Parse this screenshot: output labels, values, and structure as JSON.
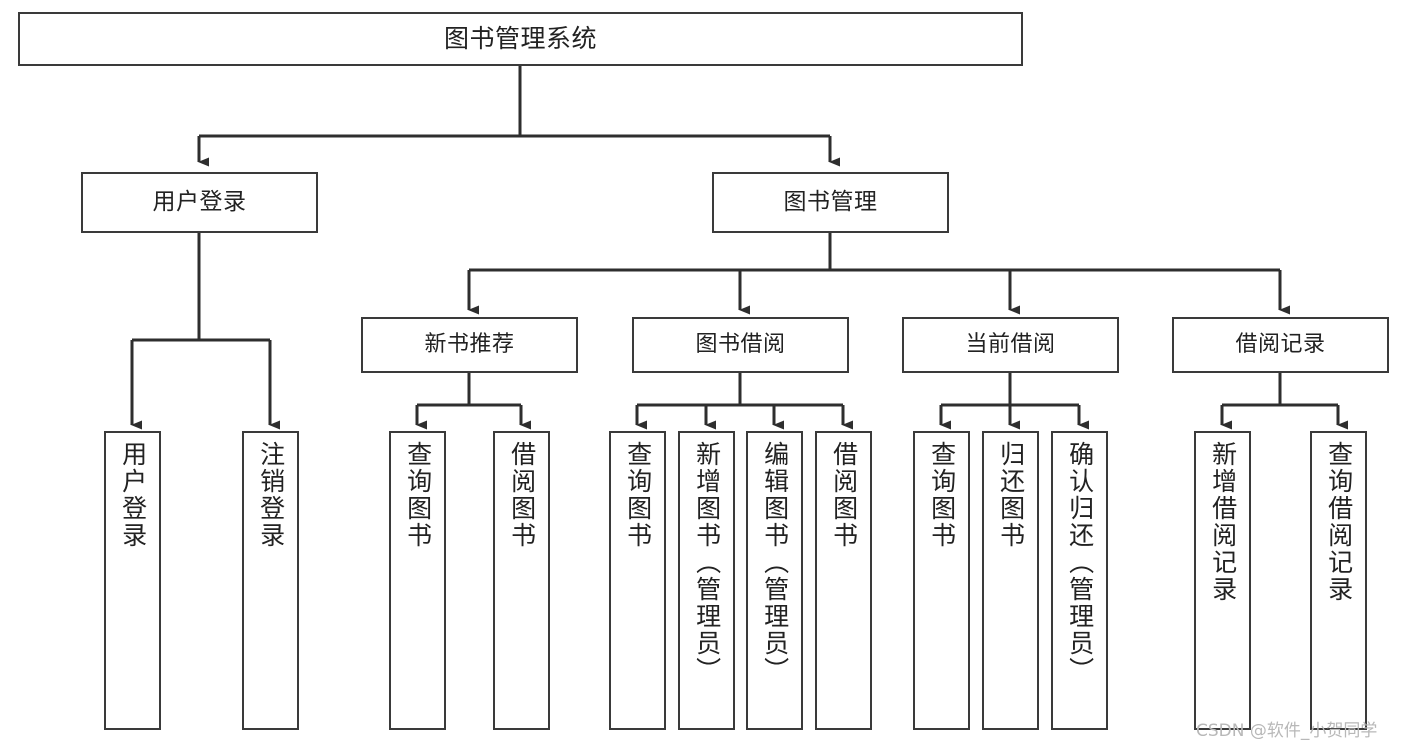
{
  "diagram": {
    "title": "图书管理系统",
    "type": "tree",
    "colors": {
      "box_stroke": "#3a3a3a",
      "box_fill": "#ffffff",
      "connector": "#2e2e2e",
      "text": "#222222",
      "watermark": "#b8b8b8",
      "background": "#ffffff"
    },
    "root": {
      "label": "图书管理系统"
    },
    "level1": [
      {
        "id": "user-login",
        "label": "用户登录"
      },
      {
        "id": "book-manage",
        "label": "图书管理"
      }
    ],
    "level2": [
      {
        "id": "new-book-recommend",
        "label": "新书推荐",
        "parent": "book-manage"
      },
      {
        "id": "book-borrow",
        "label": "图书借阅",
        "parent": "book-manage"
      },
      {
        "id": "current-borrow",
        "label": "当前借阅",
        "parent": "book-manage"
      },
      {
        "id": "borrow-record",
        "label": "借阅记录",
        "parent": "book-manage"
      }
    ],
    "leaves": [
      {
        "id": "leaf-user-login",
        "label": "用户登录",
        "parent": "user-login"
      },
      {
        "id": "leaf-logout",
        "label": "注销登录",
        "parent": "user-login"
      },
      {
        "id": "leaf-query-book-1",
        "label": "查询图书",
        "parent": "new-book-recommend"
      },
      {
        "id": "leaf-borrow-book-1",
        "label": "借阅图书",
        "parent": "new-book-recommend"
      },
      {
        "id": "leaf-query-book-2",
        "label": "查询图书",
        "parent": "book-borrow"
      },
      {
        "id": "leaf-add-book",
        "label": "新增图书（管理员）",
        "parent": "book-borrow"
      },
      {
        "id": "leaf-edit-book",
        "label": "编辑图书（管理员）",
        "parent": "book-borrow"
      },
      {
        "id": "leaf-borrow-book-2",
        "label": "借阅图书",
        "parent": "book-borrow"
      },
      {
        "id": "leaf-query-book-3",
        "label": "查询图书",
        "parent": "current-borrow"
      },
      {
        "id": "leaf-return-book",
        "label": "归还图书",
        "parent": "current-borrow"
      },
      {
        "id": "leaf-confirm-return",
        "label": "确认归还（管理员）",
        "parent": "current-borrow"
      },
      {
        "id": "leaf-add-record",
        "label": "新增借阅记录",
        "parent": "borrow-record"
      },
      {
        "id": "leaf-query-record",
        "label": "查询借阅记录",
        "parent": "borrow-record"
      }
    ],
    "watermark": "CSDN @软件_小贺同学"
  }
}
